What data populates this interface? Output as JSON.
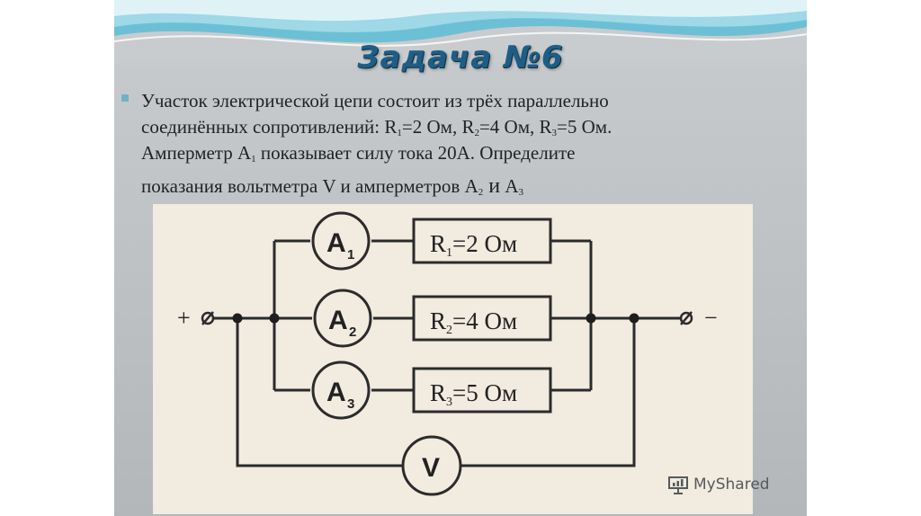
{
  "slide": {
    "title": "Задача №6",
    "problem_lines": [
      {
        "t1": "Участок электрической цепи состоит из трёх параллельно"
      },
      {
        "t1": "соединённых сопротивлений: R",
        "s1": "1",
        "t2": "=2 Ом, R",
        "s2": "2",
        "t3": "=4 Ом, R",
        "s3": "3",
        "t4": "=5 Ом."
      },
      {
        "t1": "Амперметр А",
        "s1": "1",
        "t2": " показывает силу тока 20А. Определите"
      },
      {
        "t1": "показания вольтметра V и амперметров А",
        "s1": "2",
        "t2": " и",
        "t3": " А",
        "s3": "3"
      }
    ]
  },
  "circuit": {
    "ammeters": [
      {
        "letter": "A",
        "index": "1"
      },
      {
        "letter": "A",
        "index": "2"
      },
      {
        "letter": "A",
        "index": "3"
      }
    ],
    "resistors": [
      {
        "symbol": "R",
        "index": "1",
        "value": "=2 Ом"
      },
      {
        "symbol": "R",
        "index": "2",
        "value": "=4 Ом"
      },
      {
        "symbol": "R",
        "index": "3",
        "value": "=5 Ом"
      }
    ],
    "voltmeter": "V",
    "plus_terminal": "+",
    "minus_terminal": "−"
  },
  "watermark": {
    "text": "MyShared"
  },
  "colors": {
    "title": "#1e5e86",
    "bullet": "#6fb2c3",
    "wave_light": "#dff3f7",
    "wave_dark": "#6cc0d6"
  }
}
